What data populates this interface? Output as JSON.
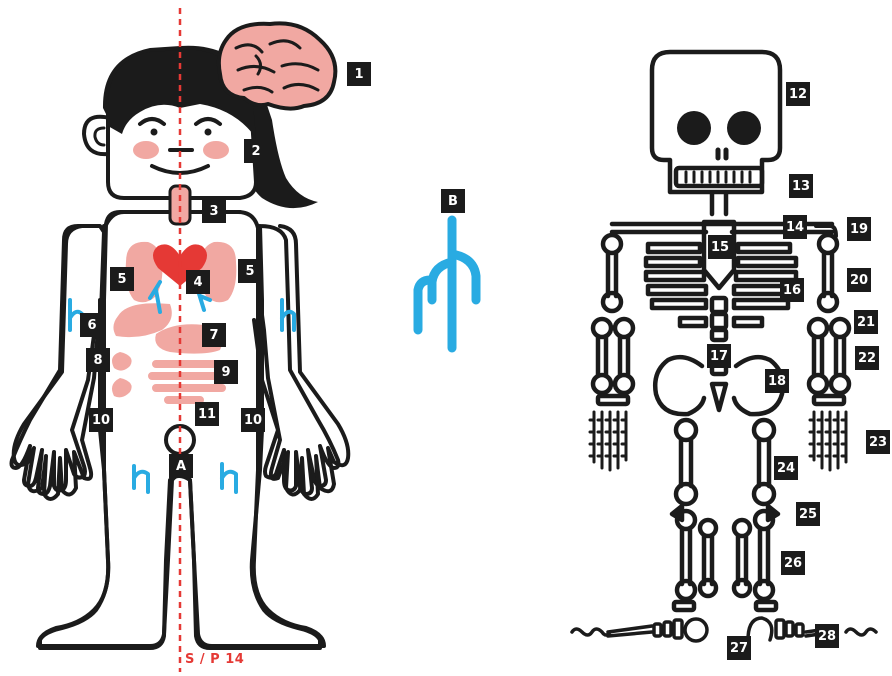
{
  "colors": {
    "outline": "#1b1b1b",
    "skin": "#ffffff",
    "organ": "#f1a8a2",
    "heart": "#e53935",
    "vessel": "#29abe2",
    "midline": "#e53935",
    "label_bg": "#1b1b1b",
    "label_text": "#ffffff"
  },
  "icons": {
    "human_body": "human-body-illustration",
    "skeleton": "skeleton-illustration",
    "blood_vessel": "blood-vessel-icon"
  },
  "reference_text": "S / P 14",
  "body_labels": [
    "1",
    "2",
    "3",
    "4",
    "5",
    "5",
    "6",
    "7",
    "8",
    "9",
    "10",
    "10",
    "11",
    "A"
  ],
  "vessel_label": "B",
  "skeleton_labels": [
    "12",
    "13",
    "14",
    "15",
    "16",
    "17",
    "18",
    "19",
    "20",
    "21",
    "22",
    "23",
    "24",
    "25",
    "26",
    "27",
    "28"
  ]
}
